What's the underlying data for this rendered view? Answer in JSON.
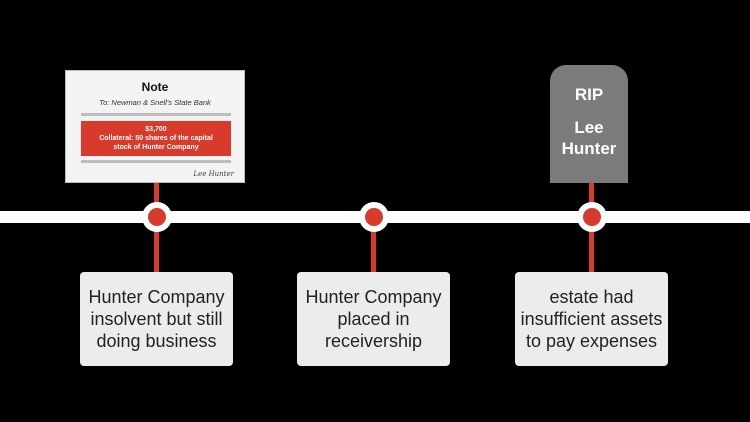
{
  "note": {
    "title": "Note",
    "to": "To: Newman & Snell's State Bank",
    "amount": "$3,700",
    "collateral_line1": "Collateral: 50 shares of the capital",
    "collateral_line2": "stock of Hunter Company",
    "signature": "Lee Hunter"
  },
  "tombstone": {
    "rip": "RIP",
    "name_line1": "Lee",
    "name_line2": "Hunter"
  },
  "events": [
    {
      "lines": [
        "Hunter Company",
        "insolvent but still",
        "doing business"
      ]
    },
    {
      "lines": [
        "Hunter Company",
        "placed in",
        "receivership"
      ]
    },
    {
      "lines": [
        "estate had",
        "insufficient assets",
        "to pay expenses"
      ]
    }
  ],
  "colors": {
    "accent": "#d83a2c",
    "box": "#ececec",
    "tomb": "#7b7b7b",
    "background": "#000000"
  }
}
